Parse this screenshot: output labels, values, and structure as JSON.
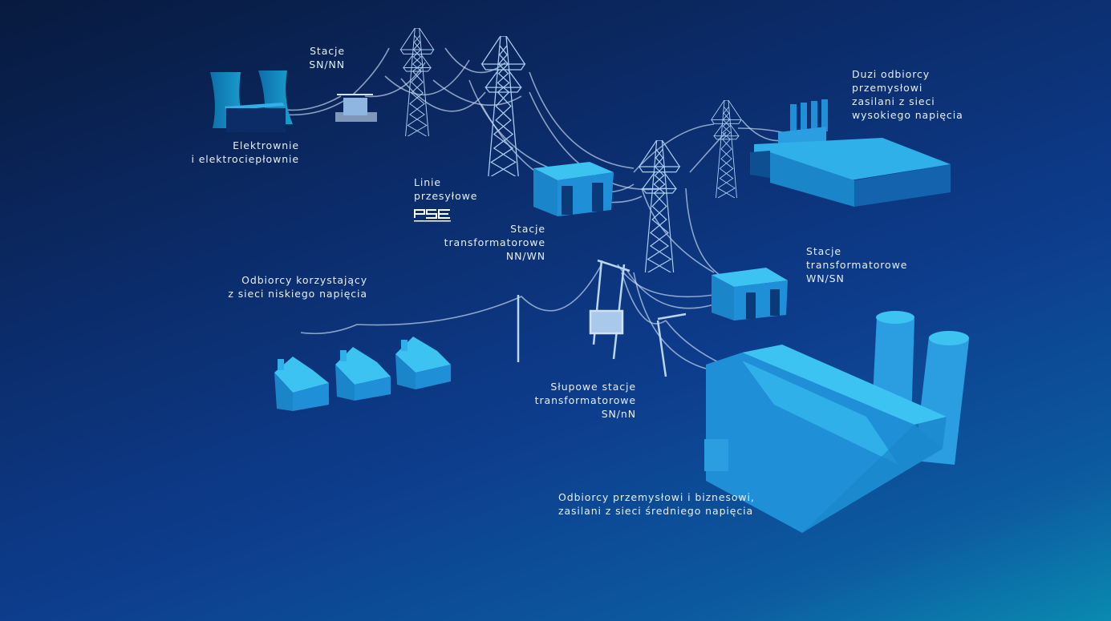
{
  "labels": {
    "sn_nn": [
      "Stacje",
      "SN/NN"
    ],
    "power_plants": [
      "Elektrownie",
      "i elektrociepłownie"
    ],
    "transmission_lines": [
      "Linie",
      "przesyłowe"
    ],
    "nn_wn": [
      "Stacje",
      "transformatorowe",
      "NN/WN"
    ],
    "low_voltage_consumers": [
      "Odbiorcy korzystający",
      "z sieci niskiego napięcia"
    ],
    "large_industrial": [
      "Duzi odbiorcy",
      "przemysłowi",
      "zasilani z sieci",
      "wysokiego napięcia"
    ],
    "wn_sn": [
      "Stacje",
      "transformatorowe",
      "WN/SN"
    ],
    "pole_stations": [
      "Słupowe stacje",
      "transformatorowe",
      "SN/nN"
    ],
    "business_consumers": [
      "Odbiorcy przemysłowi i biznesowi,",
      "zasilani z sieci średniego napięcia"
    ]
  },
  "logo": "PSE",
  "colors": {
    "wire": "#cfe2f8",
    "building_top": "#3cc3f2",
    "building_side": "#1f8fd8",
    "building_dark": "#0f5a9c"
  }
}
